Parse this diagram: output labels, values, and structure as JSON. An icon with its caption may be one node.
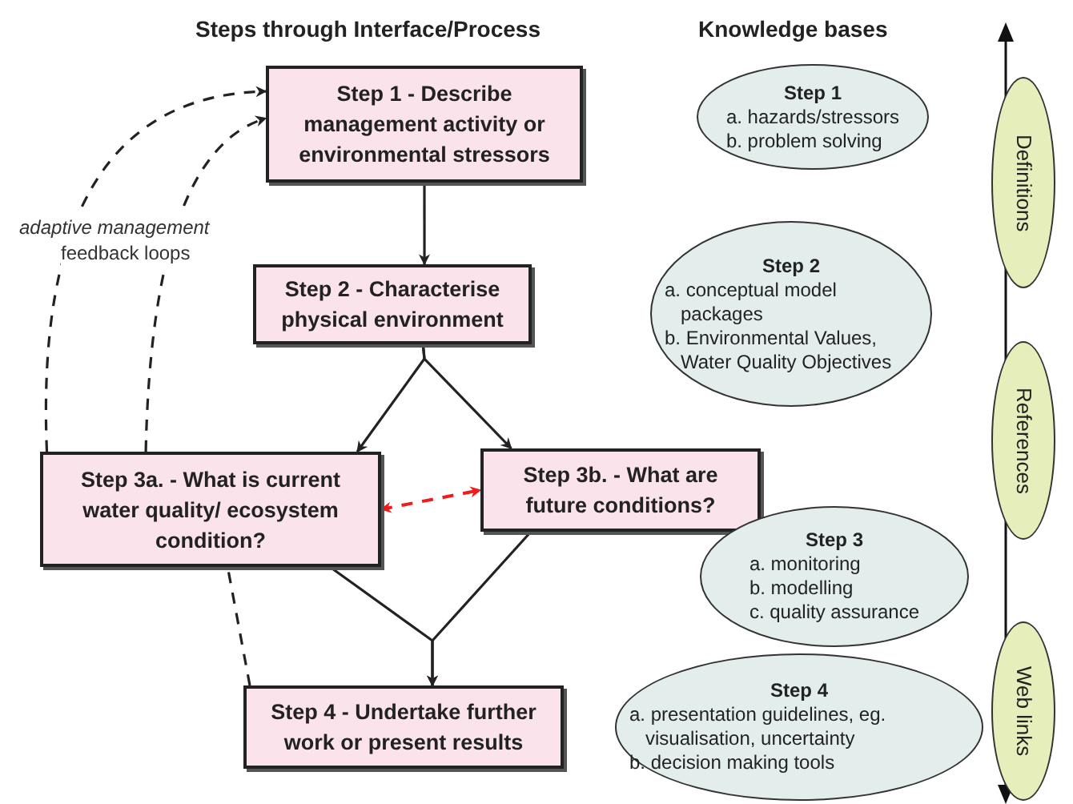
{
  "diagram": {
    "nodes": [
      {
        "text": [
          "Step 1 - Describe management activity or environmental stressors"
        ]
      },
      {
        "text": [
          "Step 2 - Characterise physical environment"
        ]
      },
      {
        "text": [
          "Step 3a. - What is current water quality/ ecosystem condition?"
        ]
      },
      {
        "text": [
          "Step 3b. - What are future conditions?"
        ]
      },
      {
        "text": [
          "Step 4 - Undertake further work or present results"
        ]
      },
      {
        "text": [
          "Step 1",
          "a. hazards/stressors",
          "b. problem solving"
        ]
      },
      {
        "text": [
          "Step 2",
          "a. conceptual model packages",
          "b. Environmental Values, Water Quality Objectives"
        ]
      },
      {
        "text": [
          "Step 3",
          "a. monitoring",
          "b. modelling",
          "c. quality assurance"
        ]
      },
      {
        "text": [
          "Step 4",
          "a. presentation guidelines, eg. visualisation, uncertainty",
          "b. decision making tools"
        ]
      },
      {
        "text": [
          "Definitions"
        ]
      },
      {
        "text": [
          "References"
        ]
      },
      {
        "text": [
          "Web links"
        ]
      }
    ],
    "edges": [
      {
        "from": 0,
        "to": 1,
        "arrow": "to"
      },
      {
        "from": 1,
        "to": 2,
        "arrow": "to"
      },
      {
        "from": 1,
        "to": 3,
        "arrow": "to"
      },
      {
        "from": 2,
        "to": 3,
        "arrow": "both",
        "style": "dashed",
        "color": "#ee1c1c"
      },
      {
        "from": 2,
        "to": 4,
        "arrow": "to"
      },
      {
        "from": 3,
        "to": 4,
        "arrow": "to"
      },
      {
        "from": 2,
        "to": 0,
        "arrow": "to",
        "style": "dashed"
      },
      {
        "from": 2,
        "to": 0,
        "arrow": "to",
        "style": "dashed"
      },
      {
        "from": 4,
        "to": 2,
        "arrow": "none",
        "style": "dashed"
      }
    ],
    "labels": [
      "Steps through Interface/Process",
      "Knowledge bases",
      "adaptive management",
      "feedback loops"
    ]
  }
}
